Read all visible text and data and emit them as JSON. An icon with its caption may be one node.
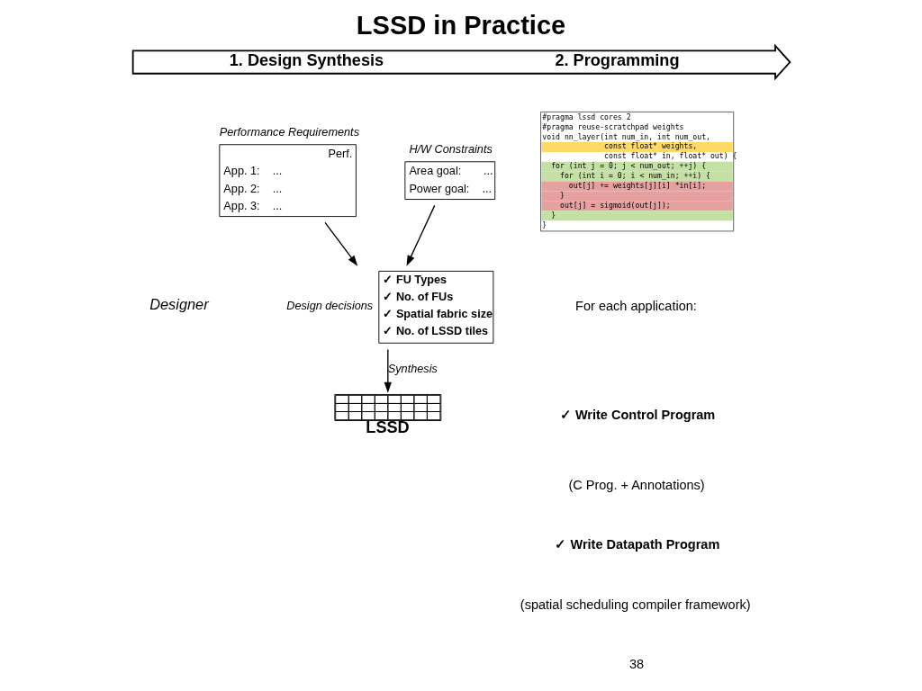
{
  "diagram": {
    "title": "LSSD in Practice",
    "nodes": [
      {
        "text": [
          "1. Design Synthesis",
          "2. Programming"
        ]
      },
      {
        "text": [
          "Perf.",
          "App. 1:    ...",
          "App. 2:    ...",
          "App. 3:    ..."
        ],
        "beside": [
          "Performance Requirements"
        ]
      },
      {
        "text": [
          "Area goal:       ...",
          "Power goal:    ..."
        ],
        "beside": [
          "H/W Constraints"
        ]
      },
      {
        "text": [
          "✓ FU Types",
          "✓ No. of FUs",
          "✓ Spatial fabric size",
          "✓ No. of LSSD tiles"
        ],
        "beside": [
          "Design decisions"
        ]
      },
      {
        "text": [
          "LSSD"
        ]
      },
      {
        "text": [
          "#pragma lssd cores 2",
          "#pragma reuse-scratchpad weights",
          "void nn_layer(int num_in, int num_out,",
          "const float* weights,",
          "const float* in, float* out) {",
          "for (int j = 0; j < num_out; ++j) {",
          "for (int i = 0; i < num_in; ++i) {",
          "out[j] += weights[j][i] *in[i];",
          "}",
          "out[j] = sigmoid(out[j]);",
          "}",
          "}"
        ]
      }
    ],
    "edges": [
      {
        "from": 1,
        "to": 3,
        "arrow": "to"
      },
      {
        "from": 2,
        "to": 3,
        "arrow": "to"
      },
      {
        "from": 3,
        "to": 4,
        "label": "Synthesis",
        "arrow": "to"
      }
    ],
    "labels": [
      "Designer",
      "For each application:",
      "✓ Write Control Program",
      "(C Prog. + Annotations)",
      "✓ Write Datapath Program",
      "(spatial scheduling compiler framework)",
      "38"
    ]
  }
}
